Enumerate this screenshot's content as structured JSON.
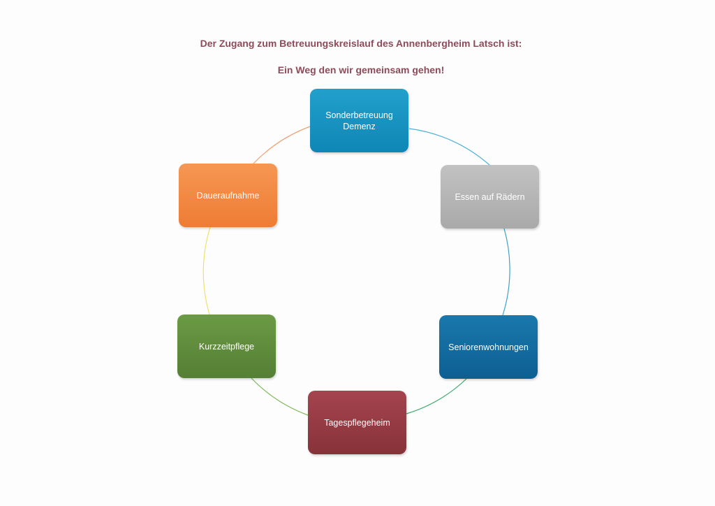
{
  "header": {
    "line1": "Der Zugang zum Betreuungskreislauf des Annenbergheim Latsch ist:",
    "line2": "Ein Weg den wir gemeinsam gehen!"
  },
  "cycle": {
    "nodes": [
      {
        "label": "Sonderbetreuung\nDemenz",
        "color": "#1a93c2"
      },
      {
        "label": "Essen auf Rädern",
        "color": "#b6b6b6"
      },
      {
        "label": "Seniorenwohnungen",
        "color": "#126b9f"
      },
      {
        "label": "Tagespflegeheim",
        "color": "#983b44"
      },
      {
        "label": "Kurzzeitpflege",
        "color": "#608c3c"
      },
      {
        "label": "Daueraufnahme",
        "color": "#f28a44"
      }
    ],
    "connector_colors": [
      "#4fb0d8",
      "#3fa0c8",
      "#3aa86a",
      "#7db85a",
      "#f0e06a",
      "#f0a070"
    ]
  }
}
